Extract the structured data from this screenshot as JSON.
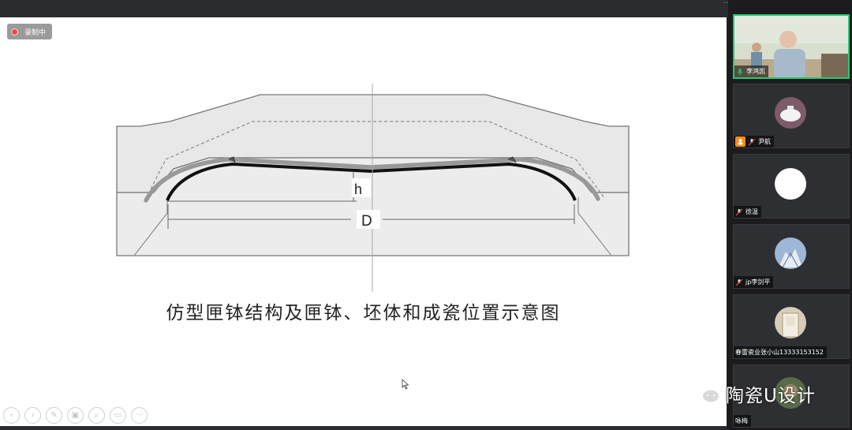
{
  "recording": {
    "label": "录制中"
  },
  "slide": {
    "caption": "仿型匣钵结构及匣钵、坯体和成瓷位置示意图",
    "diagram_labels": {
      "height": "h",
      "diameter": "D"
    }
  },
  "toolbar": {
    "buttons": [
      {
        "name": "prev-icon",
        "glyph": "‹"
      },
      {
        "name": "next-icon",
        "glyph": "›"
      },
      {
        "name": "pen-icon",
        "glyph": "✎"
      },
      {
        "name": "copy-icon",
        "glyph": "▣"
      },
      {
        "name": "zoom-icon",
        "glyph": "⌕"
      },
      {
        "name": "screen-icon",
        "glyph": "▭"
      },
      {
        "name": "more-icon",
        "glyph": "···"
      }
    ]
  },
  "participants": [
    {
      "name": "李鸿凯",
      "speaking": true
    },
    {
      "name": "尹航",
      "host": true
    },
    {
      "name": "徐温"
    },
    {
      "name": "jp李剑平"
    },
    {
      "name": "春雷瓷业张小山13333153152"
    },
    {
      "name": "咏梅"
    }
  ],
  "watermark": {
    "text": "陶瓷U设计",
    "icon": "wechat-icon"
  }
}
